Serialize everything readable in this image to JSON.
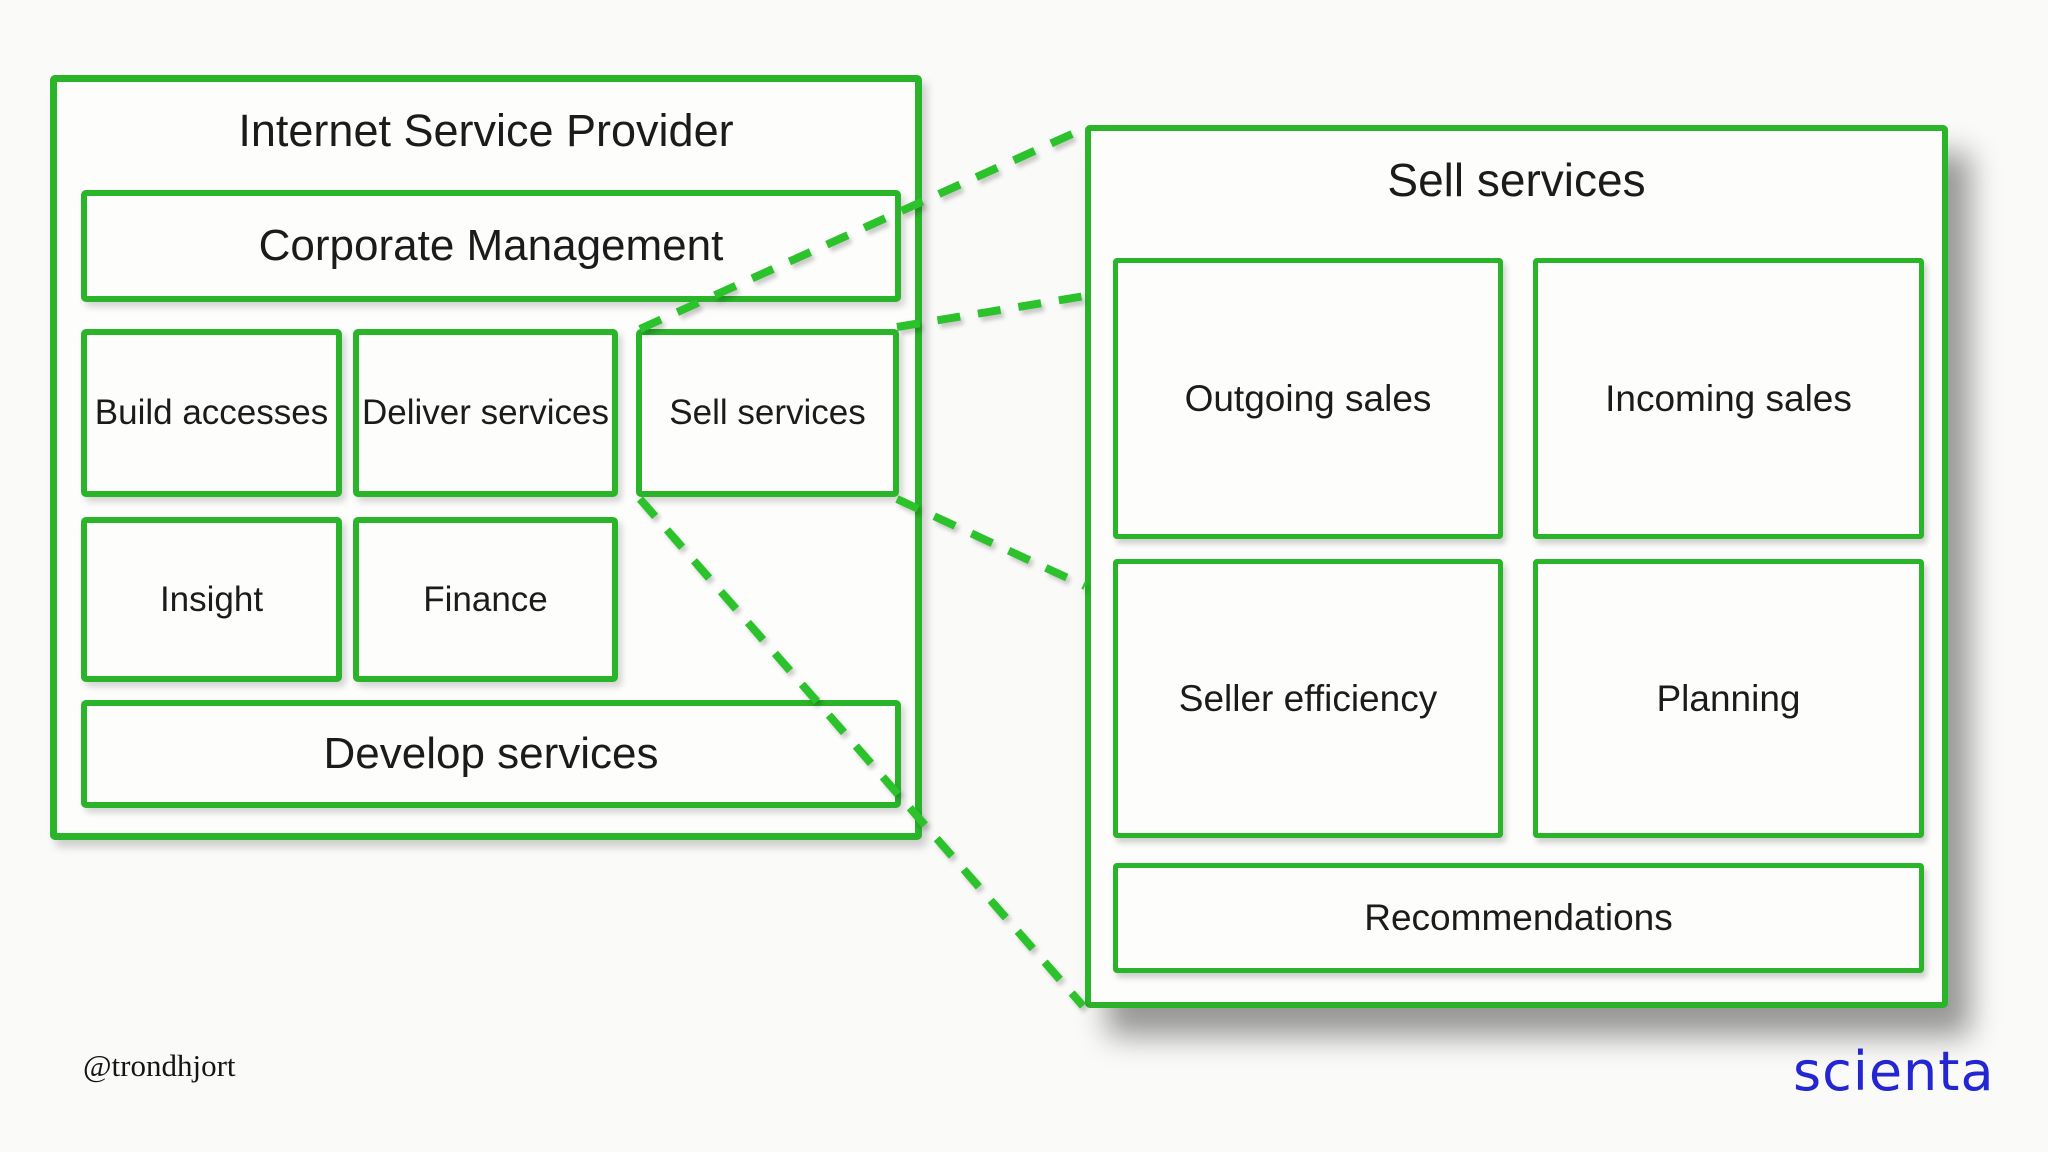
{
  "colors": {
    "green": "#29b429",
    "dash_green": "#2cc22c",
    "text": "#1b1b1b",
    "logo_blue": "#2426d2",
    "background": "#fafaf8"
  },
  "left_panel": {
    "title": "Internet Service Provider",
    "corporate": "Corporate Management",
    "build": "Build accesses",
    "deliver": "Deliver services",
    "sell": "Sell services",
    "insight": "Insight",
    "finance": "Finance",
    "develop": "Develop services"
  },
  "right_panel": {
    "title": "Sell services",
    "outgoing": "Outgoing sales",
    "incoming": "Incoming sales",
    "seller_efficiency": "Seller efficiency",
    "planning": "Planning",
    "recommendations": "Recommendations"
  },
  "footer": {
    "handle": "@trondhjort",
    "logo_text": "scienta"
  }
}
